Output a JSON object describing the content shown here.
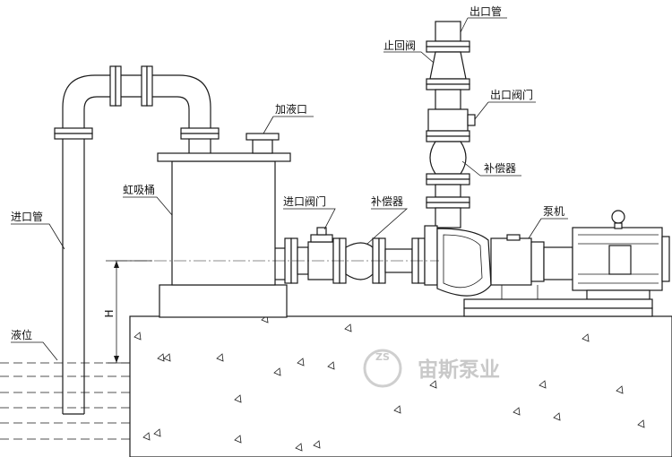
{
  "labels": {
    "outlet_pipe": "出口管",
    "check_valve": "止回阀",
    "outlet_valve": "出口阀门",
    "add_liquid_port": "加液口",
    "compensator_upper": "补偿器",
    "siphon_barrel": "虹吸桶",
    "inlet_valve": "进口阀门",
    "compensator_lower": "补偿器",
    "pump": "泵机",
    "inlet_pipe": "进口管",
    "height_mark": "H",
    "liquid_level": "液位"
  },
  "watermark": {
    "brand": "宙斯泵业",
    "logo_text": "ZS"
  }
}
